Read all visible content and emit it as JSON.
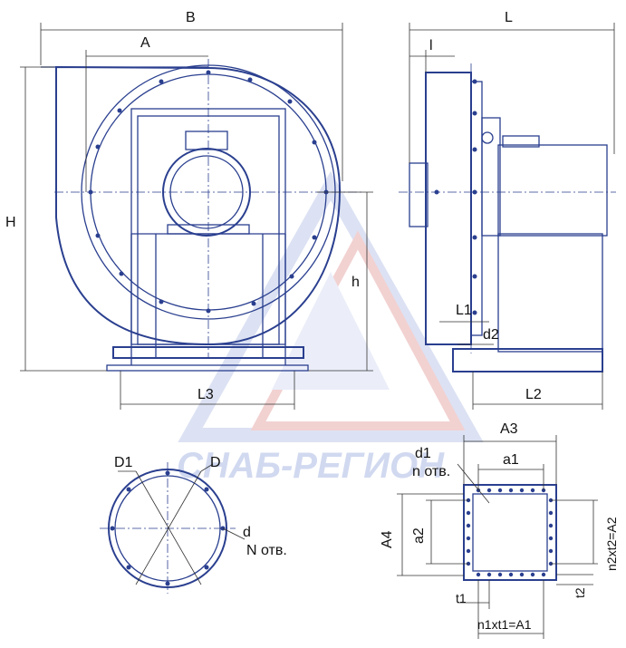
{
  "labels": {
    "B": "B",
    "A": "A",
    "H": "H",
    "h": "h",
    "L3": "L3",
    "L": "L",
    "l": "l",
    "L1": "L1",
    "d2": "d2",
    "L2": "L2",
    "D1": "D1",
    "D": "D",
    "d": "d",
    "N_holes": "N отв.",
    "A3": "A3",
    "d1": "d1",
    "n_holes": "n отв.",
    "a1": "a1",
    "A4": "A4",
    "a2": "a2",
    "n2t2": "n2xt2=A2",
    "t1": "t1",
    "t2": "t2",
    "n1t1": "n1xt1=A1"
  },
  "watermark": {
    "text": "СНАБ-РЕГИОН"
  },
  "colors": {
    "line": "#2a3f8f",
    "watermark_blue": "#c9d3ee",
    "watermark_red": "#f0c9c9",
    "dimension": "#111111"
  }
}
